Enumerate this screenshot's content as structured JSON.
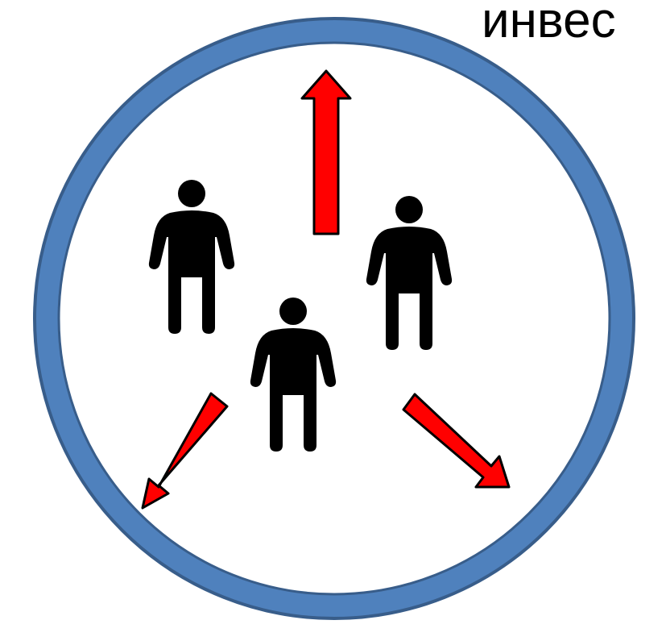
{
  "title_fragment": "инвес",
  "colors": {
    "ring_fill": "#4F81BD",
    "ring_stroke": "#385D8A",
    "arrow_fill": "#FF0000",
    "arrow_stroke": "#000000",
    "person_fill": "#000000",
    "background": "#FFFFFF"
  },
  "elements": {
    "people_count": 3,
    "arrows": [
      "up",
      "down-left",
      "down-right"
    ]
  }
}
